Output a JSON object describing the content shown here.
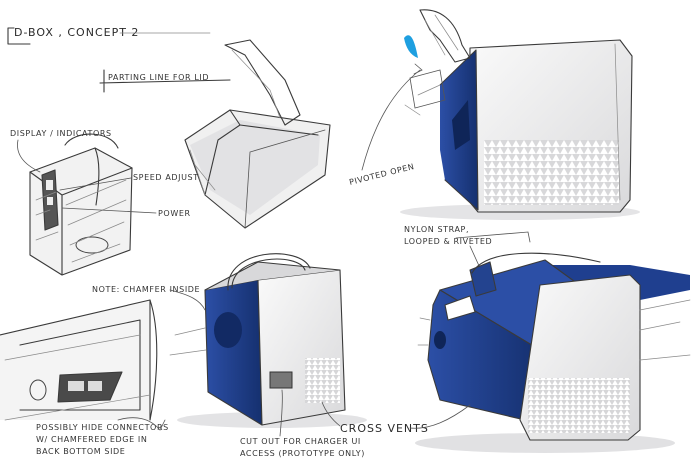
{
  "sheet": {
    "title": "D-BOX , CONCEPT 2",
    "colors": {
      "primary_blue": "#1f3f8f",
      "dark_blue": "#15306f",
      "body_grey": "#e9e9ea",
      "accent_cyan": "#1e9fe0"
    }
  },
  "annotations": {
    "parting_line": "PARTING LINE FOR LID",
    "display_indicators": "DISPLAY / INDICATORS",
    "speed_adjust": "SPEED ADJUST",
    "power": "POWER",
    "pivoted_open": "PIVOTED OPEN",
    "nylon_strap_1": "NYLON STRAP,",
    "nylon_strap_2": "LOOPED & RIVETED",
    "note_chamfer": "NOTE: CHAMFER INSIDE",
    "possibly_hide_1": "POSSIBLY HIDE CONNECTORS",
    "possibly_hide_2": "W/ CHAMFERED EDGE IN",
    "possibly_hide_3": "BACK BOTTOM SIDE",
    "cutout_1": "CUT OUT FOR CHARGER UI",
    "cutout_2": "ACCESS (PROTOTYPE ONLY)",
    "cross_vents": "CROSS VENTS"
  }
}
